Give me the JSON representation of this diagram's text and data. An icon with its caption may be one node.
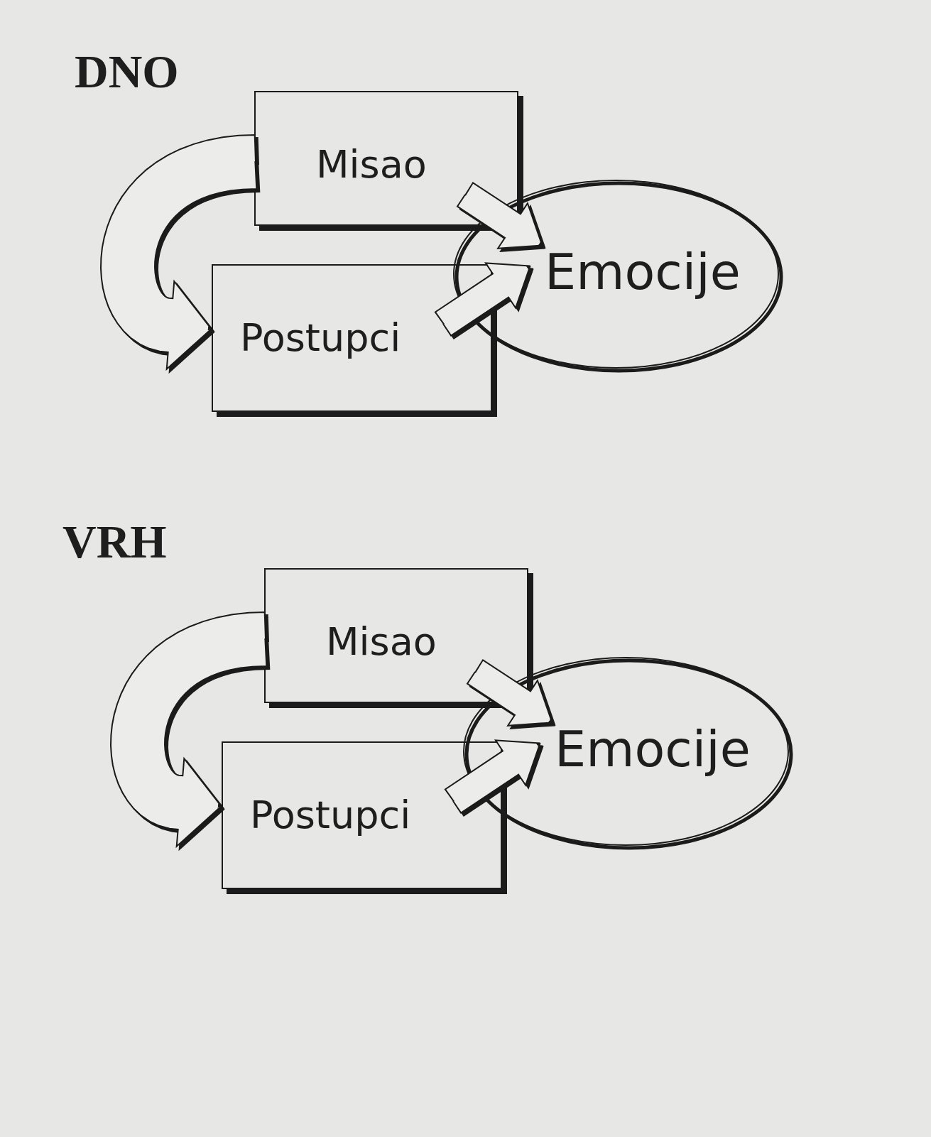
{
  "diagram": {
    "nodes": [
      {
        "text": [
          "Misao"
        ]
      },
      {
        "text": [
          "Emocije"
        ]
      },
      {
        "text": [
          "Postupci"
        ]
      },
      {
        "text": [
          "Misao"
        ]
      },
      {
        "text": [
          "Emocije"
        ]
      },
      {
        "text": [
          "Postupci"
        ]
      }
    ],
    "edges": [
      {
        "from": 0,
        "to": 1,
        "arrow": "to"
      },
      {
        "from": 2,
        "to": 1,
        "arrow": "to"
      },
      {
        "from": 0,
        "to": 2,
        "arrow": "to"
      },
      {
        "from": 3,
        "to": 4,
        "arrow": "to"
      },
      {
        "from": 5,
        "to": 4,
        "arrow": "to"
      },
      {
        "from": 3,
        "to": 5,
        "arrow": "to"
      }
    ],
    "labels": [
      "DNO",
      "VRH"
    ]
  }
}
